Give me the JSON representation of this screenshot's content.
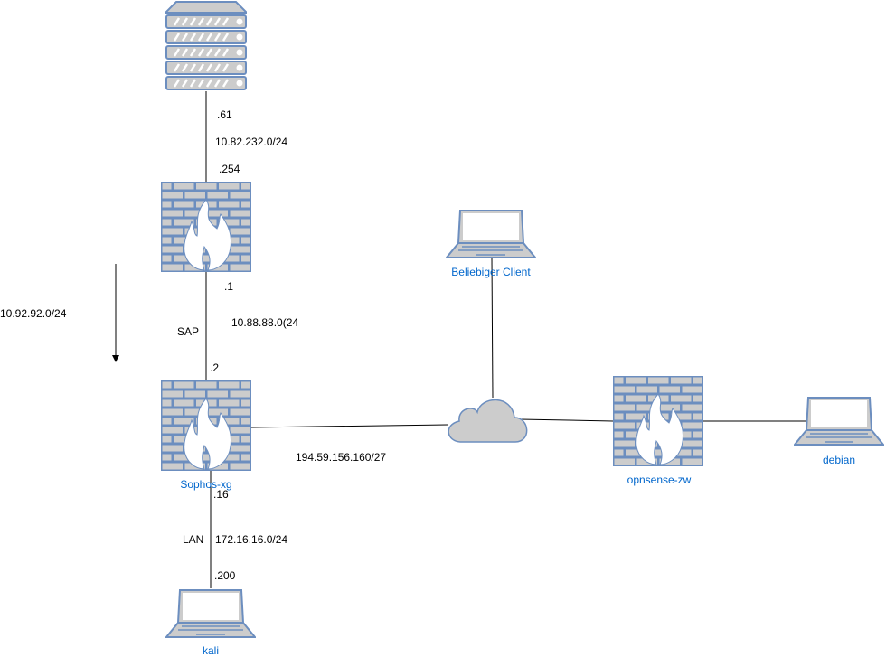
{
  "nodes": {
    "server": {
      "label": ""
    },
    "firewall_top": {
      "label": ""
    },
    "sophos": {
      "label": "Sophos-xg"
    },
    "cloud": {
      "label": ""
    },
    "opnsense": {
      "label": "opnsense-zw"
    },
    "client": {
      "label": "Beliebiger Client"
    },
    "debian": {
      "label": "debian"
    },
    "kali": {
      "label": "kali"
    }
  },
  "labels": {
    "server_ip": ".61",
    "net_server": "10.82.232.0/24",
    "fw_top_ip_up": ".254",
    "fw_top_ip_down": ".1",
    "sap": "SAP",
    "net_sap": "10.88.88.0(24",
    "sophos_ip_up": ".2",
    "net_side": "10.92.92.0/24",
    "sophos_ip_lan": ".16",
    "lan": "LAN",
    "net_lan": "172.16.16.0/24",
    "kali_ip": ".200",
    "net_wan": "194.59.156.160/27"
  },
  "colors": {
    "stroke": "#6c8ebf",
    "fill": "#cccccc",
    "label": "#0066cc"
  }
}
